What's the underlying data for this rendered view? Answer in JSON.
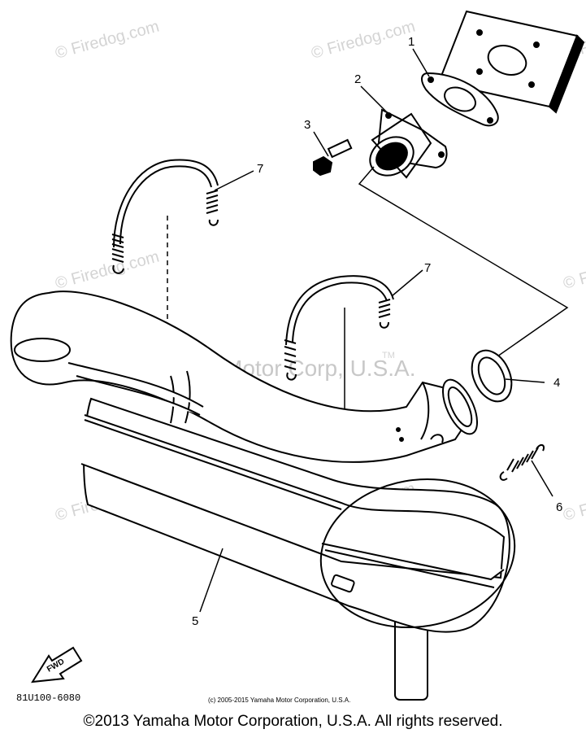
{
  "watermarks": {
    "site": "© Firedog.com",
    "mark": "Yamaha Motor Corp, U.S.A.",
    "tm": "TM"
  },
  "parts": [
    {
      "number": "1"
    },
    {
      "number": "2"
    },
    {
      "number": "3"
    },
    {
      "number": "4"
    },
    {
      "number": "5"
    },
    {
      "number": "6"
    },
    {
      "number": "7"
    },
    {
      "number": "7"
    }
  ],
  "fwd_label": "FWD",
  "diagram_code": "81U100-6080",
  "small_copyright": "(c) 2005-2015 Yamaha Motor Corporation, U.S.A.",
  "footer_copyright": "©2013 Yamaha Motor Corporation, U.S.A. All rights reserved.",
  "colors": {
    "line": "#000000",
    "watermark": "#d4d4d4",
    "background": "#ffffff"
  }
}
